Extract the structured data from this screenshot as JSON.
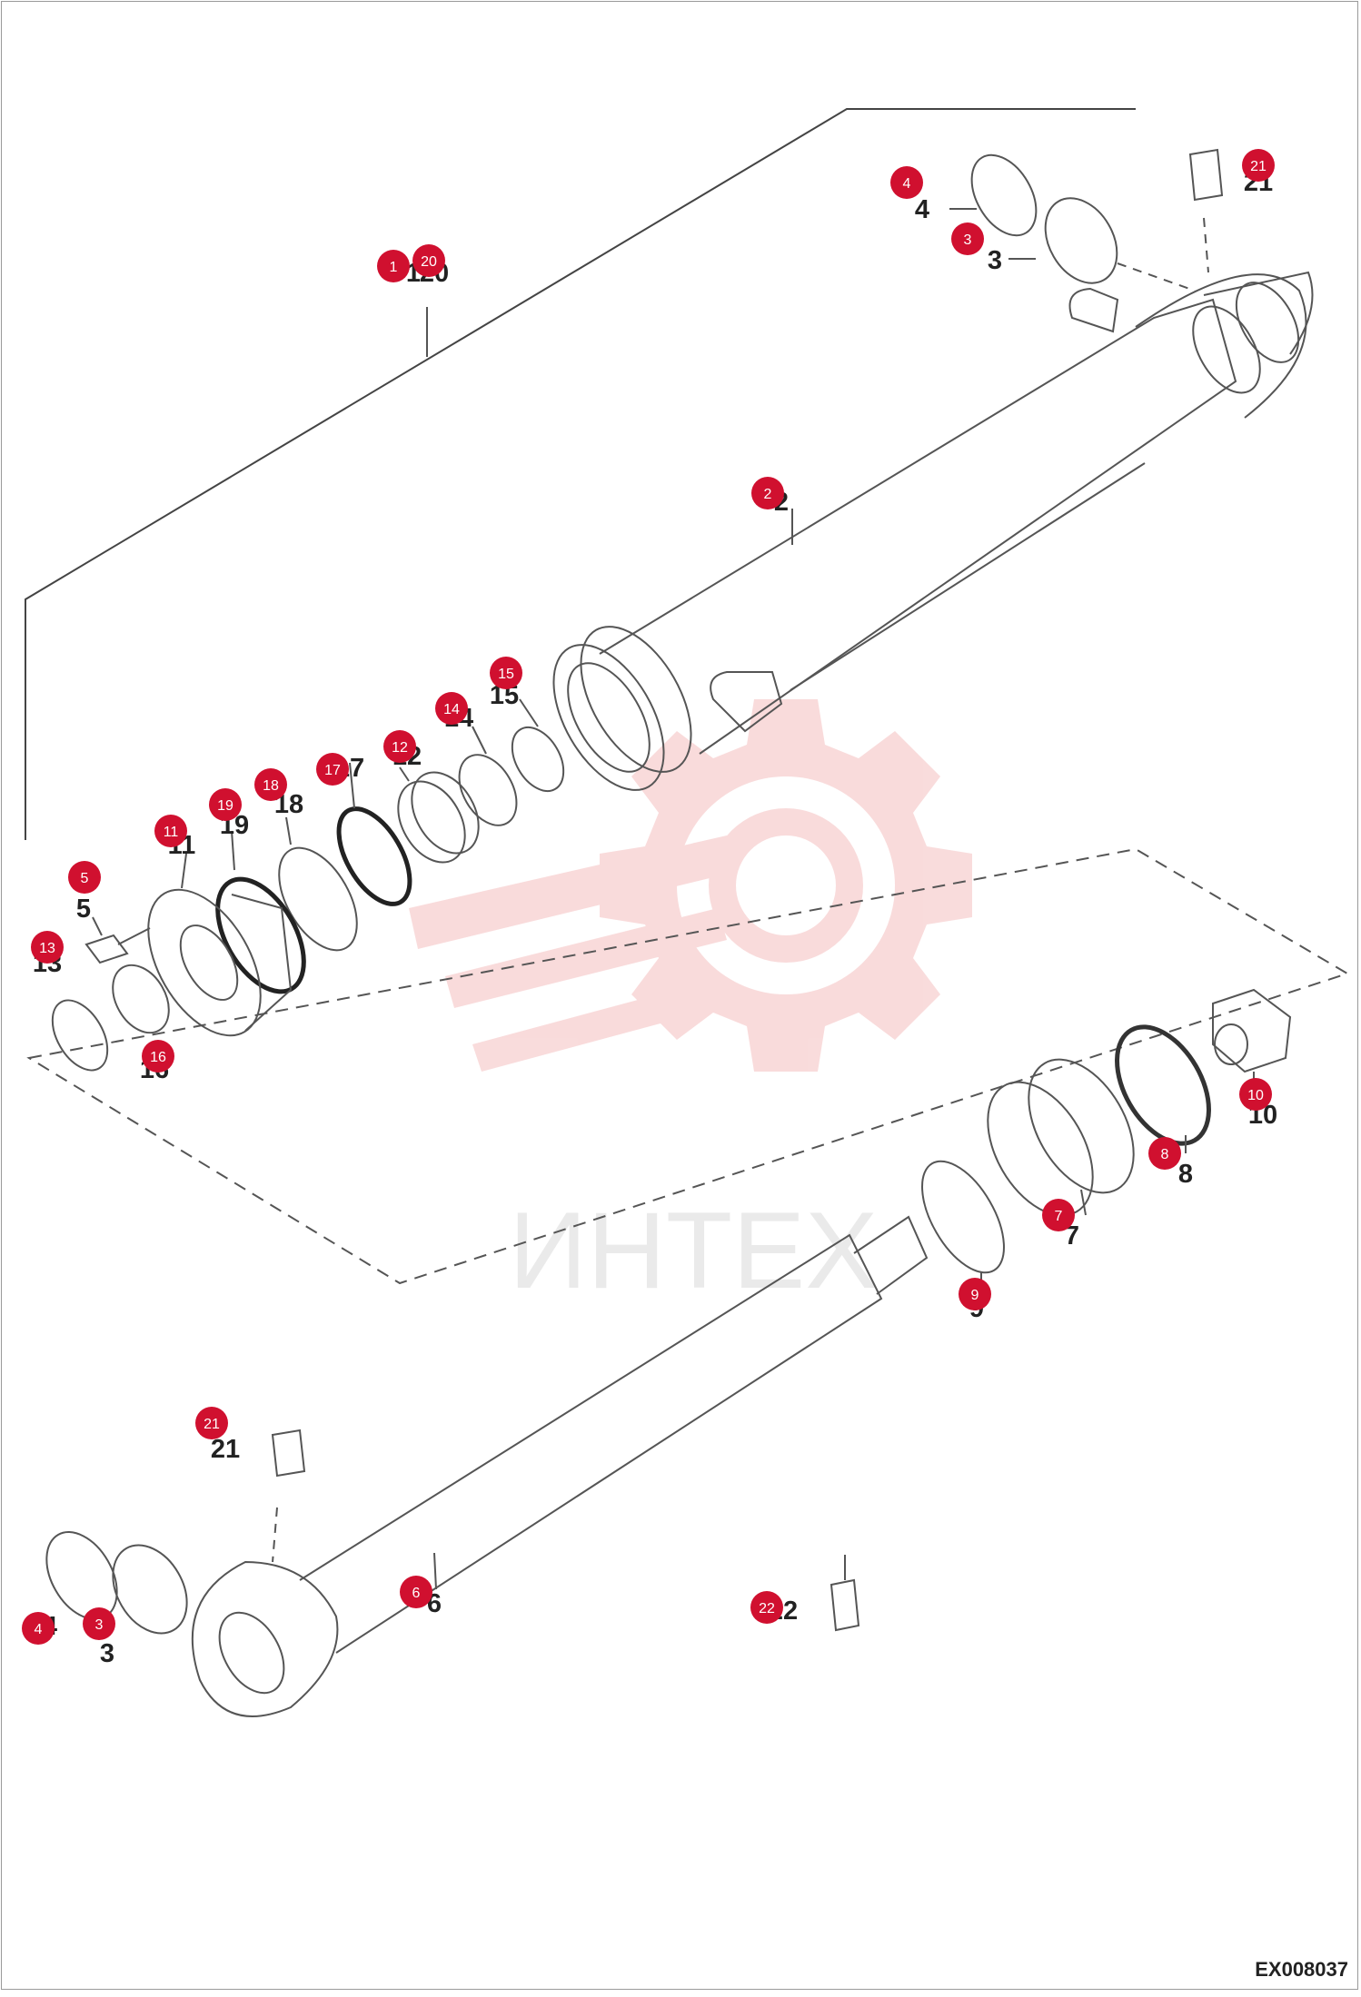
{
  "watermark": {
    "text": "ИНТЕХ",
    "color": "#f4b9b9"
  },
  "drawing_code": "EX008037",
  "badge_color": "#d0102f",
  "callouts": [
    {
      "n": "1",
      "label": "1"
    },
    {
      "n": "20",
      "label": "20"
    },
    {
      "n": "2",
      "label": "2"
    },
    {
      "n": "4a",
      "label": "4"
    },
    {
      "n": "3a",
      "label": "3"
    },
    {
      "n": "21a",
      "label": "21"
    },
    {
      "n": "15",
      "label": "15"
    },
    {
      "n": "14",
      "label": "14"
    },
    {
      "n": "12",
      "label": "12"
    },
    {
      "n": "17",
      "label": "17"
    },
    {
      "n": "18",
      "label": "18"
    },
    {
      "n": "19",
      "label": "19"
    },
    {
      "n": "11",
      "label": "11"
    },
    {
      "n": "5",
      "label": "5"
    },
    {
      "n": "13",
      "label": "13"
    },
    {
      "n": "16",
      "label": "16"
    },
    {
      "n": "10",
      "label": "10"
    },
    {
      "n": "8",
      "label": "8"
    },
    {
      "n": "7",
      "label": "7"
    },
    {
      "n": "9",
      "label": "9"
    },
    {
      "n": "21b",
      "label": "21"
    },
    {
      "n": "6",
      "label": "6"
    },
    {
      "n": "4b",
      "label": "4"
    },
    {
      "n": "3b",
      "label": "3"
    },
    {
      "n": "22",
      "label": "22"
    }
  ]
}
